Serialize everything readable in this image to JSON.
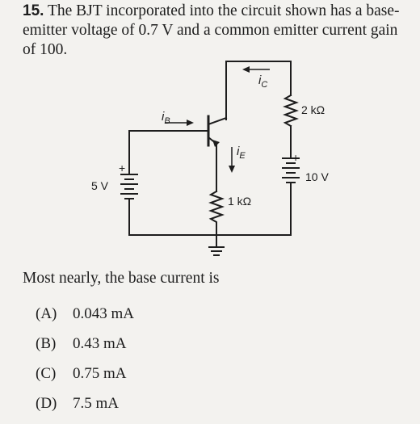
{
  "problem": {
    "number": "15.",
    "text": "The BJT incorporated into the circuit shown has a base-emitter voltage of 0.7 V and a common emitter current gain of 100."
  },
  "circuit": {
    "ic_label": "i",
    "ic_sub": "C",
    "ib_label": "i",
    "ib_sub": "B",
    "ie_label": "i",
    "ie_sub": "E",
    "r_collector": "2 kΩ",
    "r_emitter": "1 kΩ",
    "v_base": "5 V",
    "v_collector": "10 V",
    "plus": "+",
    "minus": "−"
  },
  "question": "Most nearly, the base current is",
  "options": [
    {
      "letter": "(A)",
      "value": "0.043 mA"
    },
    {
      "letter": "(B)",
      "value": "0.43 mA"
    },
    {
      "letter": "(C)",
      "value": "0.75 mA"
    },
    {
      "letter": "(D)",
      "value": "7.5 mA"
    }
  ]
}
